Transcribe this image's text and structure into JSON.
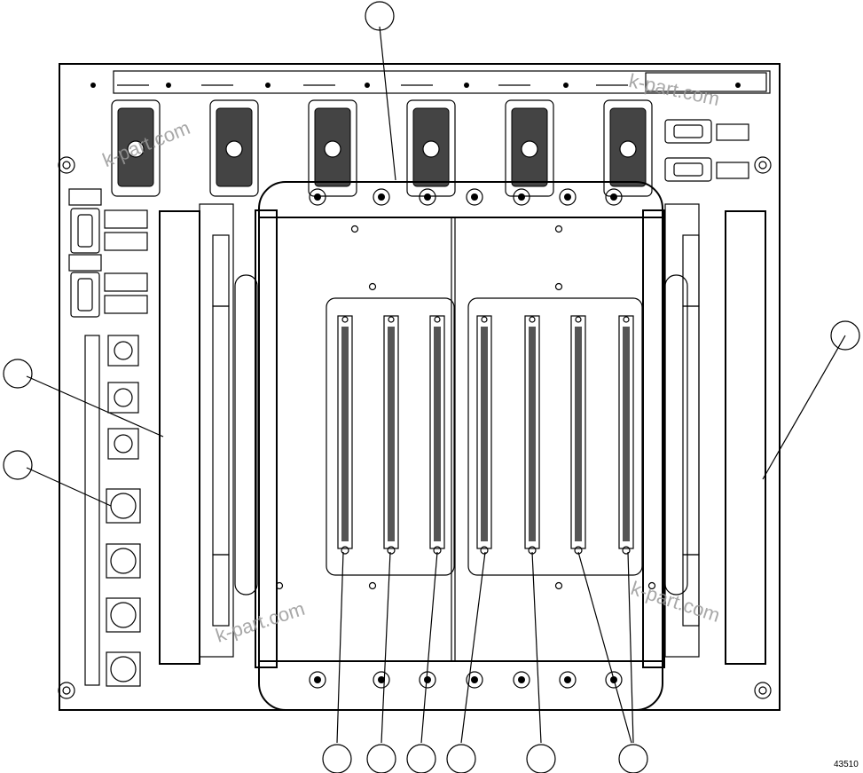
{
  "figure_number": "43510",
  "watermarks": [
    "k-part.com",
    "k-part.com",
    "k-part.com",
    "k-part.com"
  ],
  "callouts": [
    {
      "label": ""
    },
    {
      "label": ""
    },
    {
      "label": ""
    },
    {
      "label": ""
    },
    {
      "label": ""
    },
    {
      "label": ""
    },
    {
      "label": ""
    },
    {
      "label": ""
    },
    {
      "label": ""
    },
    {
      "label": ""
    }
  ]
}
